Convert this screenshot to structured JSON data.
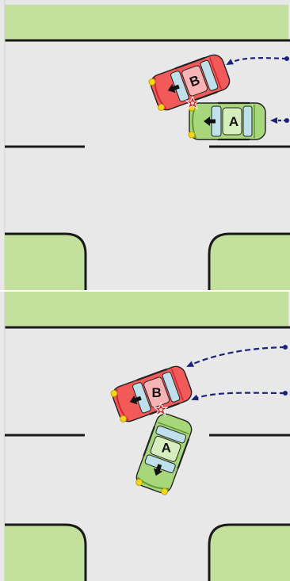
{
  "colors": {
    "grass": "#c3e09d",
    "road": "#e8e8e8",
    "line": "#1a1a1a",
    "car_red": "#f25a5a",
    "car_red_dark": "#c8282d",
    "car_green": "#a8d67a",
    "car_green_dark": "#5d9a35",
    "glass": "#bfe0ea",
    "arrow_path": "#1b237a",
    "impact": "#d92c2c",
    "headlight": "#f4d51a"
  },
  "scenes": [
    {
      "cars": [
        {
          "label": "B",
          "icon": "left-arrow-icon"
        },
        {
          "label": "A",
          "icon": "left-arrow-icon"
        }
      ]
    },
    {
      "cars": [
        {
          "label": "B",
          "icon": "left-arrow-icon"
        },
        {
          "label": "A",
          "icon": "down-arrow-icon"
        }
      ]
    }
  ]
}
